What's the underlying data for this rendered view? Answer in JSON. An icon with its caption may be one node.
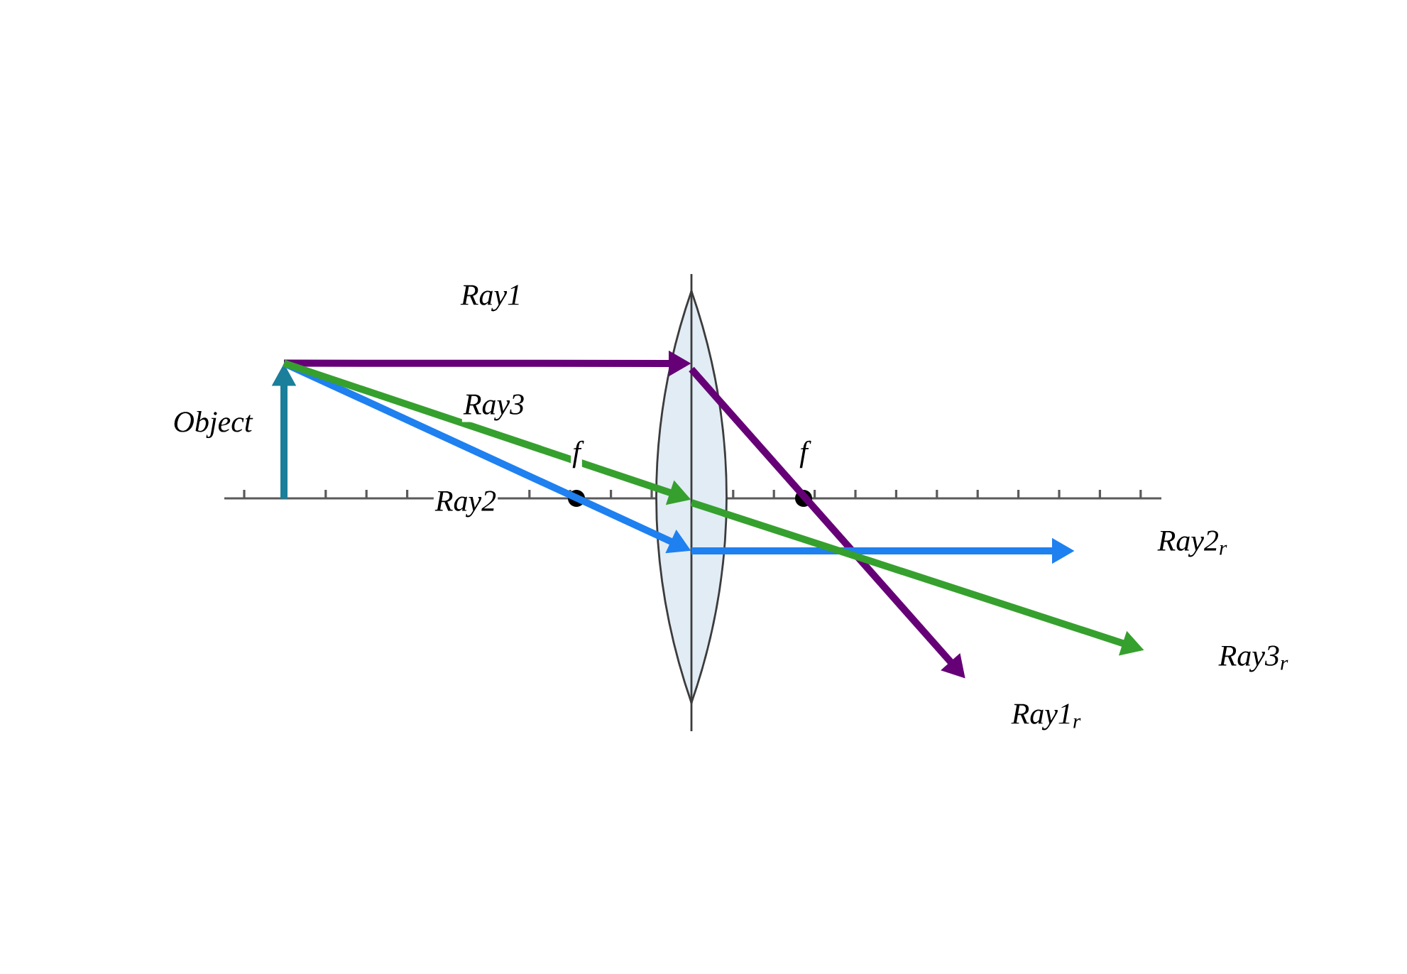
{
  "diagram": {
    "nodes": [
      {
        "text": [],
        "shape": "arrow",
        "beside": [
          "*Object*"
        ]
      },
      {
        "text": [],
        "shape": "lens"
      }
    ],
    "edges": [
      {
        "from": 0,
        "to": 1,
        "arrow": "to",
        "label": "Ray1",
        "color": "#660077"
      },
      {
        "from": 0,
        "to": 1,
        "arrow": "to",
        "label": "Ray2",
        "color": "#1f80f0"
      },
      {
        "from": 0,
        "to": 1,
        "arrow": "to",
        "label": "Ray3",
        "color": "#36a02e"
      },
      {
        "from": 1,
        "to": null,
        "arrow": "to",
        "label": "Ray1$_{r}$",
        "color": "#660077"
      },
      {
        "from": 1,
        "to": null,
        "arrow": "to",
        "label": "Ray2$_{r}$",
        "color": "#1f80f0"
      },
      {
        "from": 1,
        "to": null,
        "arrow": "to",
        "label": "Ray3$_{r}$",
        "color": "#36a02e"
      }
    ],
    "labels": [
      "f",
      "f"
    ]
  }
}
